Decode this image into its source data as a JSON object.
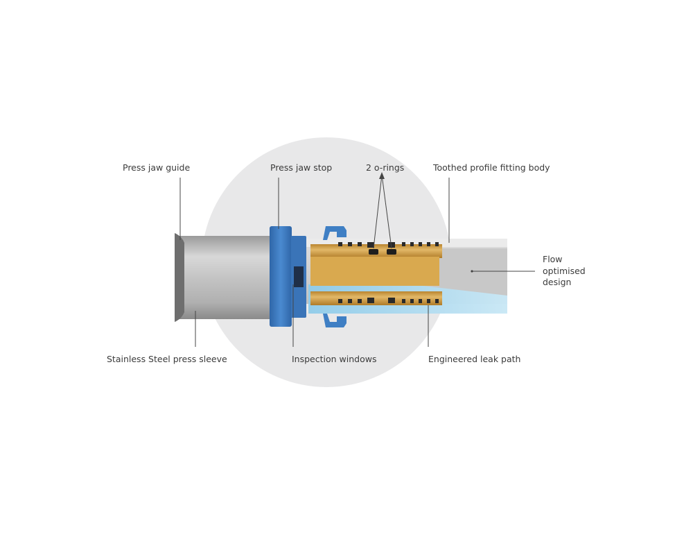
{
  "labels": {
    "press_jaw_guide": "Press jaw guide",
    "press_jaw_stop": "Press jaw stop",
    "o_rings": "2 o-rings",
    "toothed_profile": "Toothed profile fitting body",
    "flow_optimised": "Flow\noptimised\ndesign",
    "stainless_sleeve": "Stainless Steel press sleeve",
    "inspection_windows": "Inspection windows",
    "leak_path": "Engineered leak path"
  },
  "colors": {
    "backdrop_circle": "#e8e8e9",
    "blue_component": "#3e7cc0",
    "brass_insert": "#d4a24a",
    "water": "#a9d8ef",
    "steel_sleeve": "#c9c9c9",
    "leader_line": "#444444"
  }
}
